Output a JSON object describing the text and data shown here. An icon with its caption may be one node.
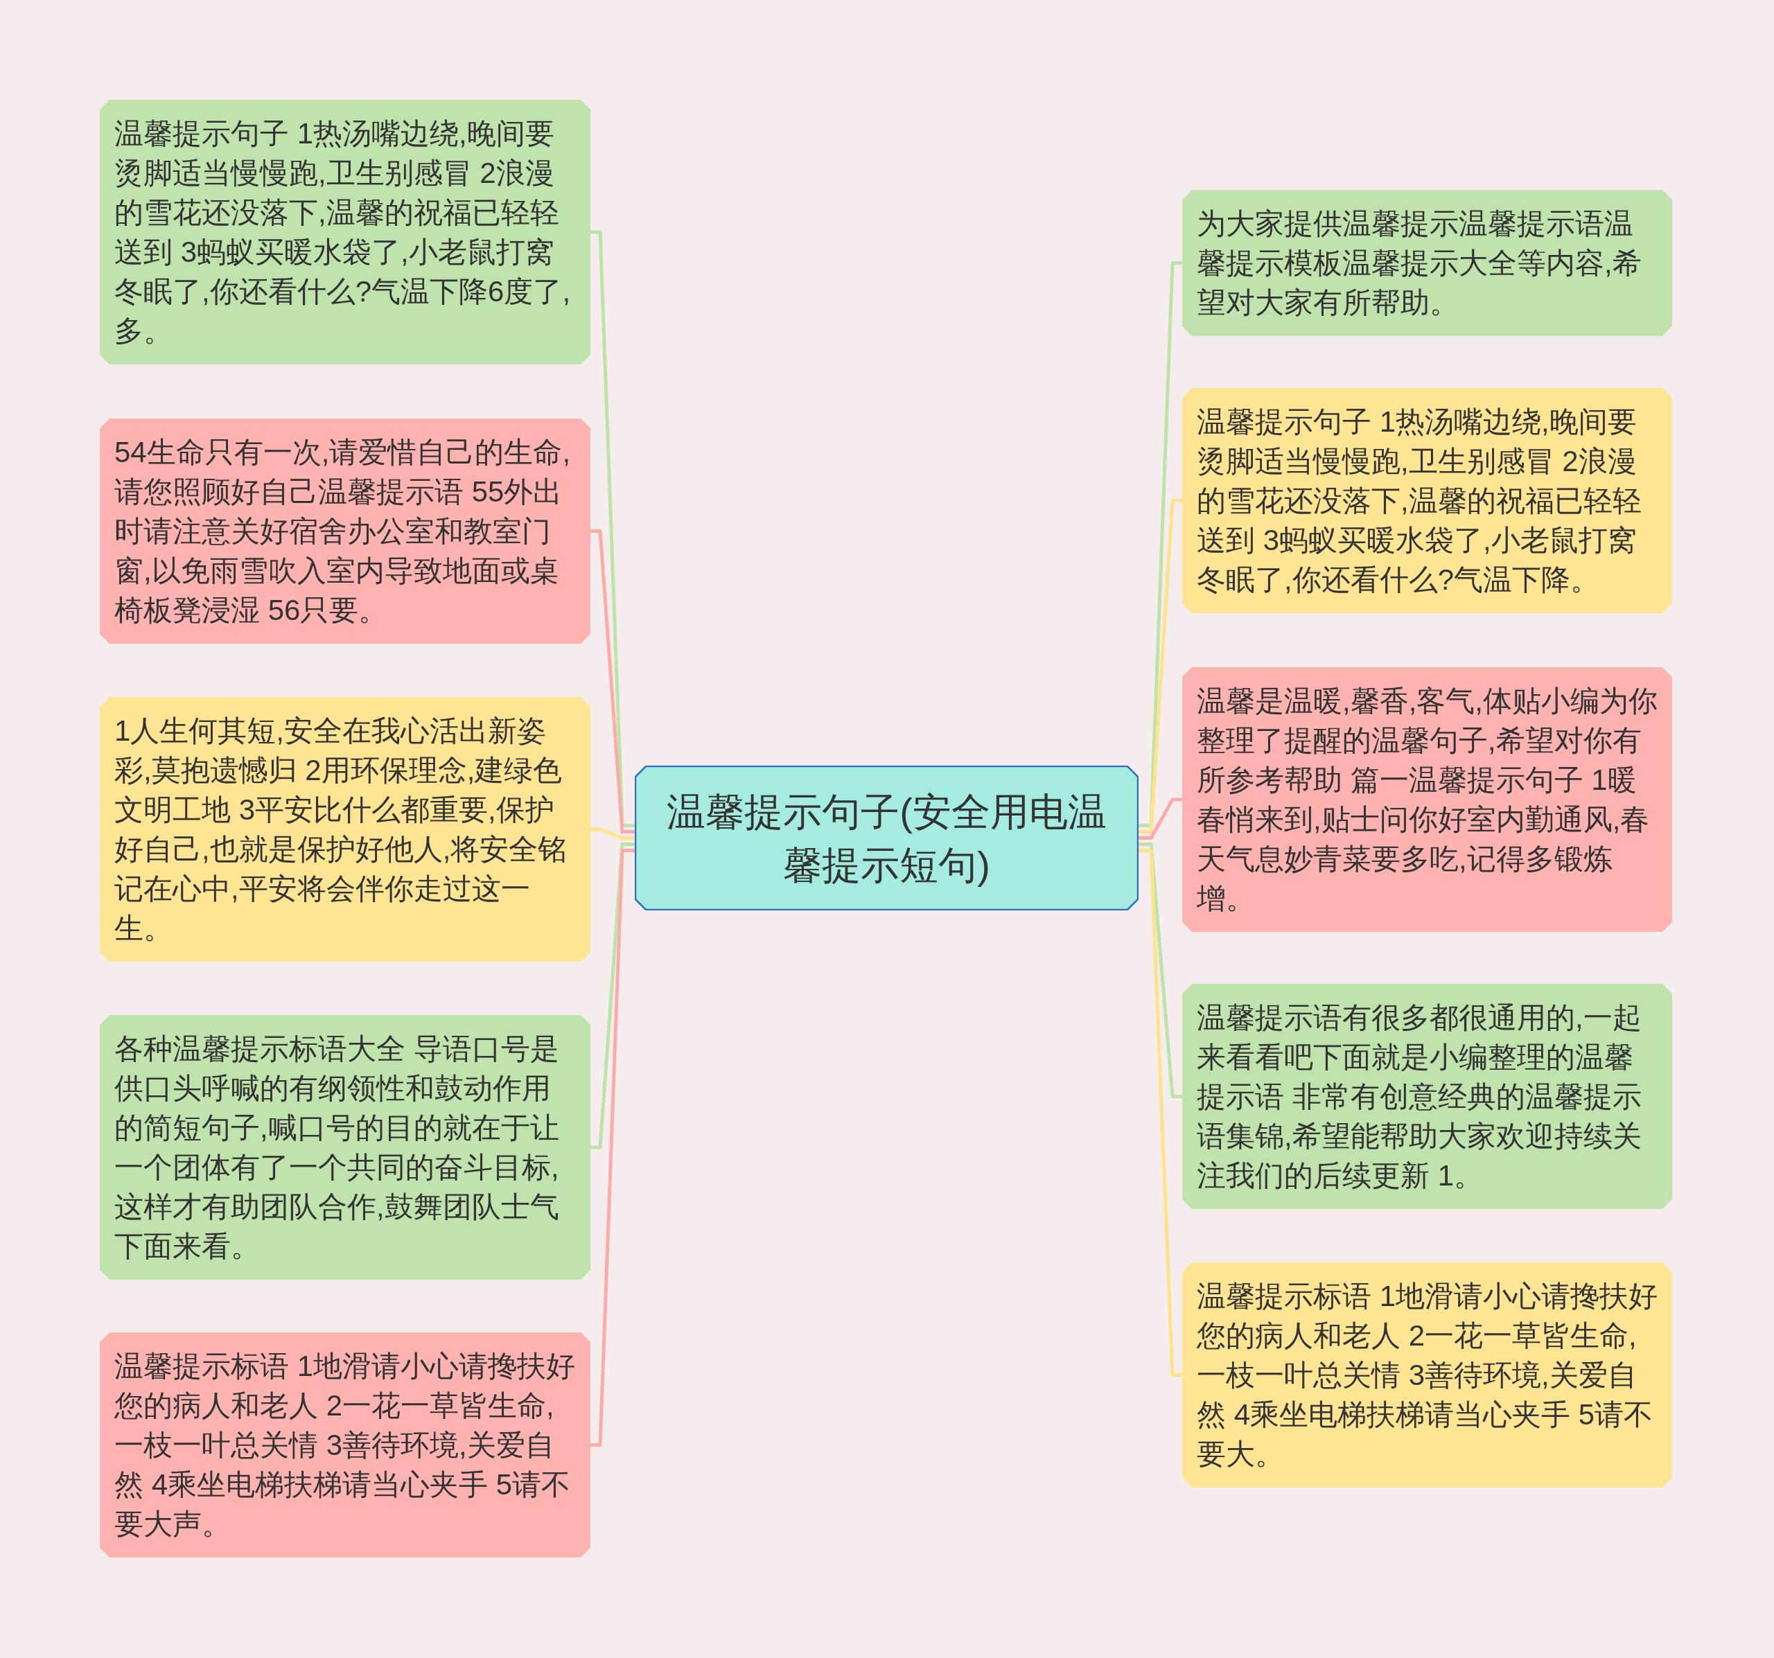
{
  "diagram": {
    "nodes": [
      {
        "text": [
          "温馨提示句子(安全用电温馨提示短句)"
        ]
      },
      {
        "text": [
          "温馨提示句子 1热汤嘴边绕,晚间要烫脚适当慢慢跑,卫生别感冒 2浪漫的雪花还没落下,温馨的祝福已轻轻送到 3蚂蚁买暖水袋了,小老鼠打窝冬眠了,你还看什么?气温下降6度了,多。"
        ]
      },
      {
        "text": [
          "54生命只有一次,请爱惜自己的生命,请您照顾好自己温馨提示语 55外出时请注意关好宿舍办公室和教室门窗,以免雨雪吹入室内导致地面或桌椅板凳浸湿 56只要。"
        ]
      },
      {
        "text": [
          "1人生何其短,安全在我心活出新姿彩,莫抱遗憾归 2用环保理念,建绿色文明工地 3平安比什么都重要,保护好自己,也就是保护好他人,将安全铭记在心中,平安将会伴你走过这一生。"
        ]
      },
      {
        "text": [
          "各种温馨提示标语大全 导语口号是供口头呼喊的有纲领性和鼓动作用的简短句子,喊口号的目的就在于让一个团体有了一个共同的奋斗目标,这样才有助团队合作,鼓舞团队士气下面来看。"
        ]
      },
      {
        "text": [
          "温馨提示标语 1地滑请小心请搀扶好您的病人和老人 2一花一草皆生命,一枝一叶总关情 3善待环境,关爱自然 4乘坐电梯扶梯请当心夹手 5请不要大声。"
        ]
      },
      {
        "text": [
          "为大家提供温馨提示温馨提示语温馨提示模板温馨提示大全等内容,希望对大家有所帮助。"
        ]
      },
      {
        "text": [
          "温馨提示句子 1热汤嘴边绕,晚间要烫脚适当慢慢跑,卫生别感冒 2浪漫的雪花还没落下,温馨的祝福已轻轻送到 3蚂蚁买暖水袋了,小老鼠打窝冬眠了,你还看什么?气温下降。"
        ]
      },
      {
        "text": [
          "温馨是温暖,馨香,客气,体贴小编为你整理了提醒的温馨句子,希望对你有所参考帮助 篇一温馨提示句子 1暖春悄来到,贴士问你好室内勤通风,春天气息妙青菜要多吃,记得多锻炼增。"
        ]
      },
      {
        "text": [
          "温馨提示语有很多都很通用的,一起来看看吧下面就是小编整理的温馨提示语 非常有创意经典的温馨提示语集锦,希望能帮助大家欢迎持续关注我们的后续更新 1。"
        ]
      },
      {
        "text": [
          "温馨提示标语 1地滑请小心请搀扶好您的病人和老人 2一花一草皆生命,一枝一叶总关情 3善待环境,关爱自然 4乘坐电梯扶梯请当心夹手 5请不要大。"
        ]
      }
    ],
    "edges": [
      {
        "from": 0,
        "to": 1,
        "arrow": "none"
      },
      {
        "from": 0,
        "to": 2,
        "arrow": "none",
        "color": "#ffaaaa"
      },
      {
        "from": 0,
        "to": 3,
        "arrow": "none",
        "color": "#ffe38a"
      },
      {
        "from": 0,
        "to": 4,
        "arrow": "none"
      },
      {
        "from": 0,
        "to": 5,
        "arrow": "none",
        "color": "#ffaaaa"
      },
      {
        "from": 0,
        "to": 6,
        "arrow": "none"
      },
      {
        "from": 0,
        "to": 7,
        "arrow": "none",
        "color": "#ffe38a"
      },
      {
        "from": 0,
        "to": 8,
        "arrow": "none",
        "color": "#ffaaaa"
      },
      {
        "from": 0,
        "to": 9,
        "arrow": "none"
      },
      {
        "from": 0,
        "to": 10,
        "arrow": "none",
        "color": "#ffe38a"
      }
    ]
  }
}
